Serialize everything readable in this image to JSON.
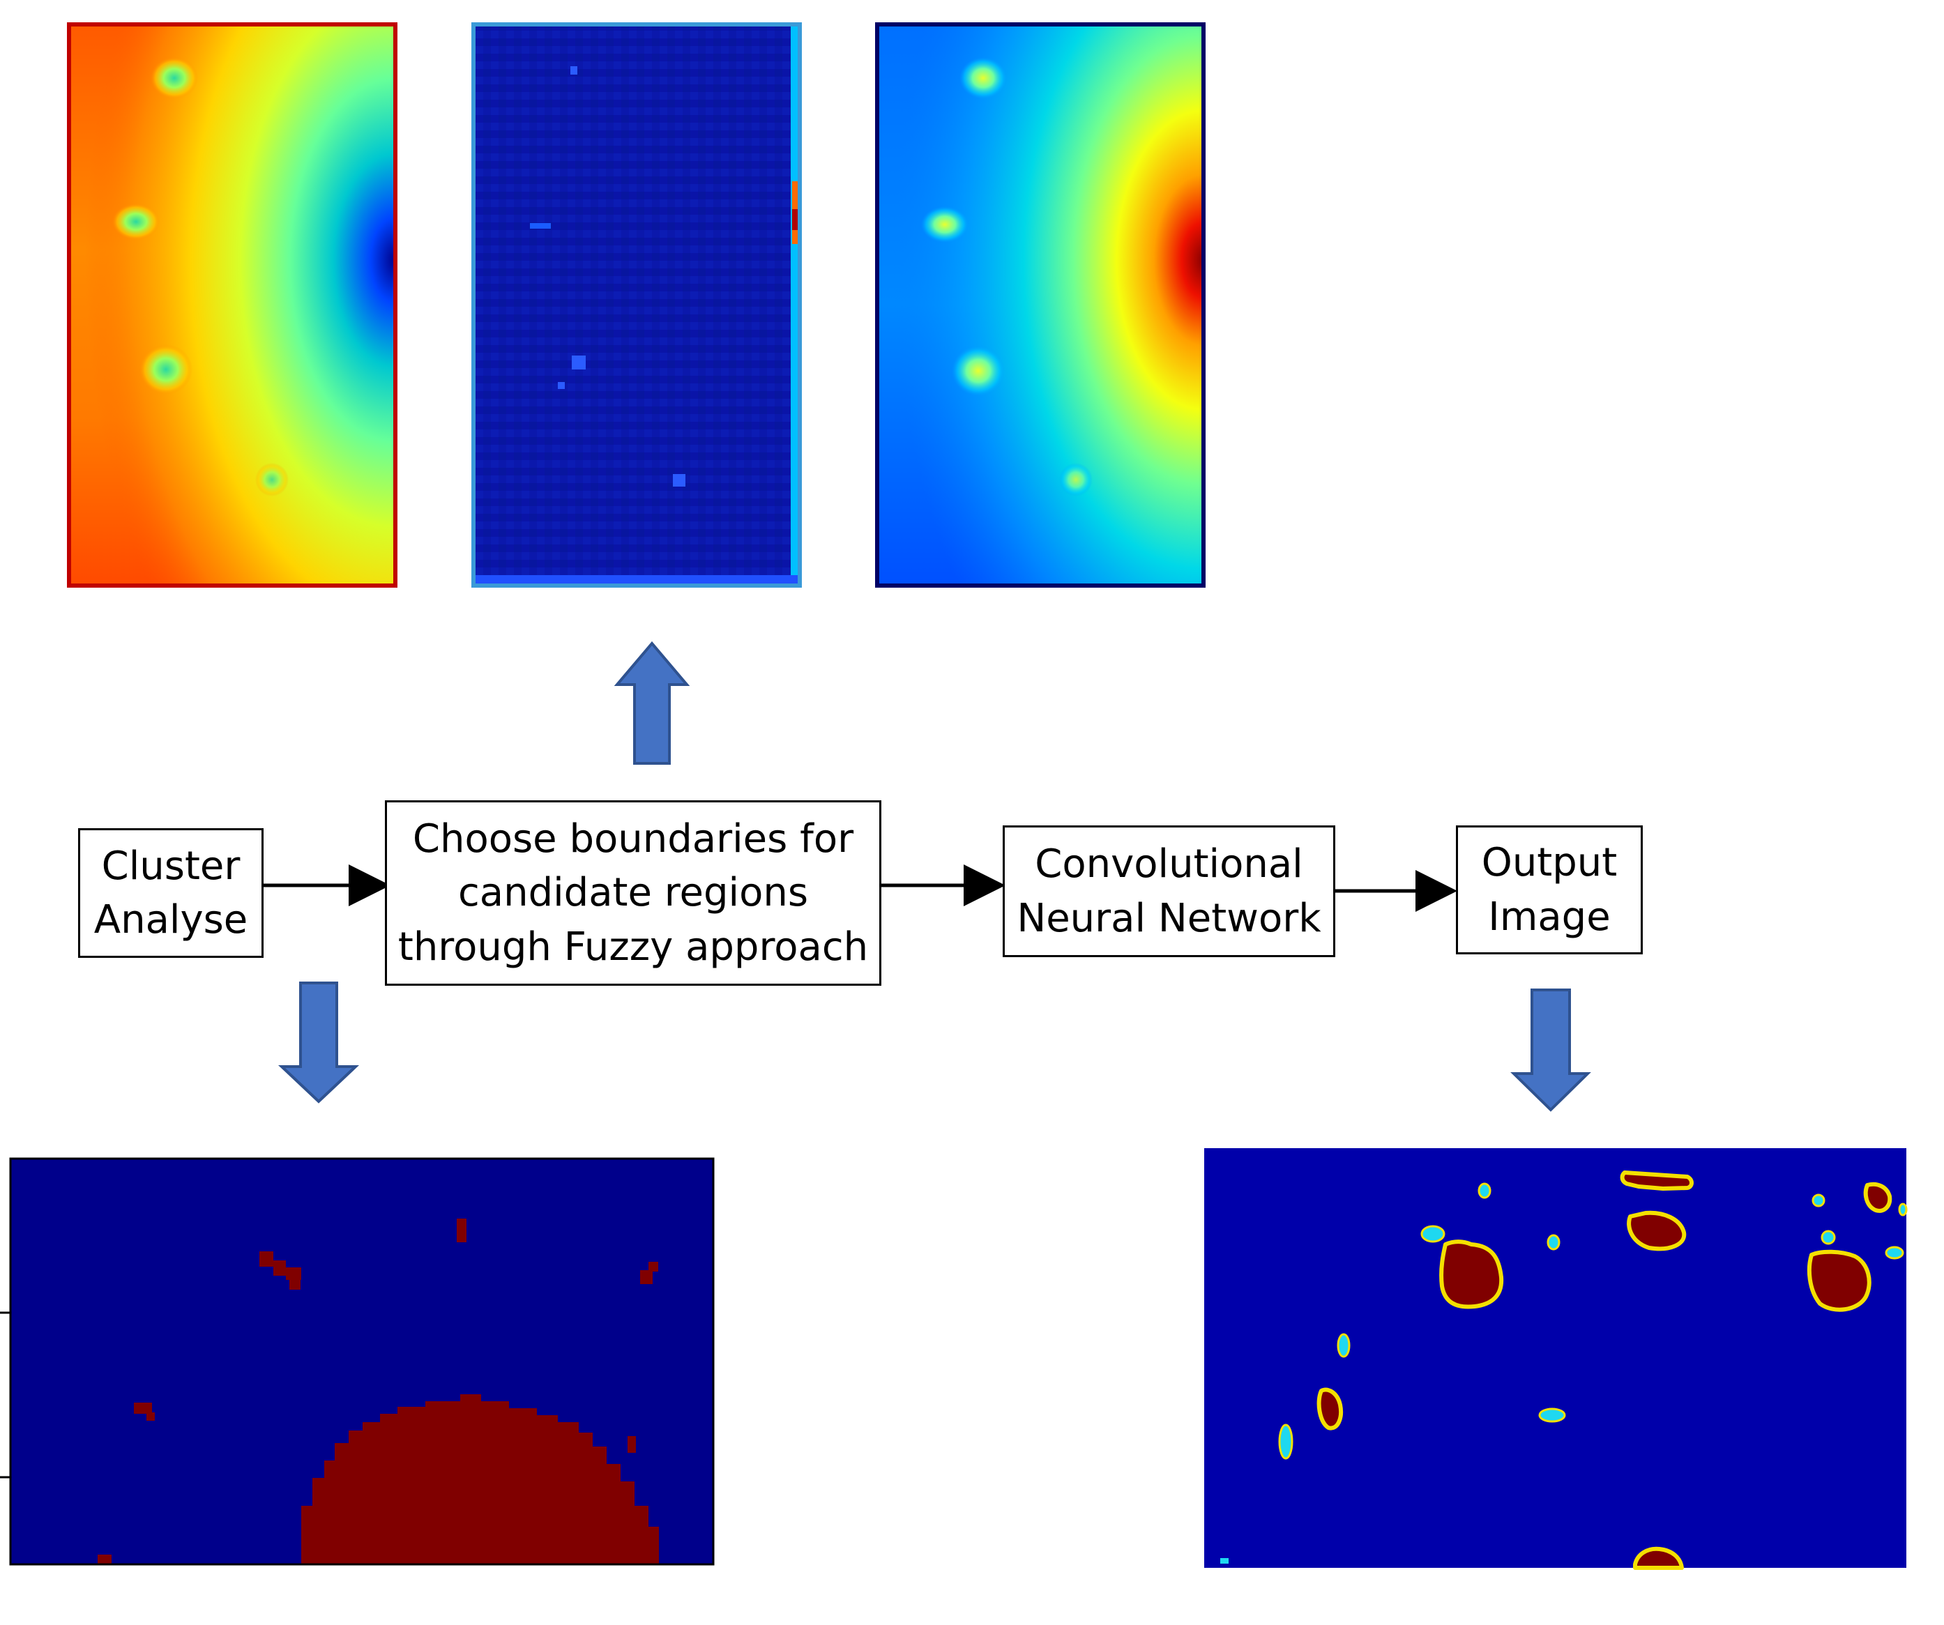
{
  "flow": {
    "cluster": {
      "line1": "Cluster",
      "line2": "Analyse"
    },
    "fuzzy": {
      "line1": "Choose boundaries for",
      "line2": "candidate regions",
      "line3": "through Fuzzy approach"
    },
    "cnn": {
      "line1": "Convolutional",
      "line2": "Neural Network"
    },
    "output": {
      "line1": "Output",
      "line2": "Image"
    }
  },
  "colors": {
    "block_arrow": "#4472C4",
    "block_arrow_edge": "#2F528F",
    "heatmap_dark_blue": "#00008B",
    "heatmap_dark_red": "#800000"
  },
  "images": [
    "jet-heatmap-warm",
    "jet-heatmap-noise",
    "jet-heatmap-cool",
    "cluster-segmentation-map",
    "cnn-output-map"
  ]
}
